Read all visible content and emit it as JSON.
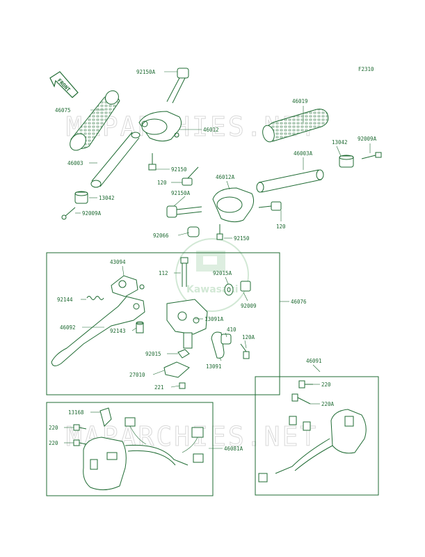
{
  "diagram": {
    "code": "F2310",
    "front_label": "FRONT",
    "watermark_text": "MAPARCHIES.NET",
    "emblem_text": "Kawasaki",
    "ink_color": "#1f6b33",
    "part_numbers": {
      "p92150A_top": "92150A",
      "p46075": "46075",
      "p46012": "46012",
      "p46003": "46003",
      "p92150_a": "92150",
      "p120_a": "120",
      "p13042_left": "13042",
      "p92009A_left": "92009A",
      "p46019": "46019",
      "p13042_right": "13042",
      "p92009A_right": "92009A",
      "p46003A": "46003A",
      "p46012A": "46012A",
      "p92150A_mid": "92150A",
      "p120_b": "120",
      "p92066": "92066",
      "p92150_b": "92150",
      "p43094": "43094",
      "p112": "112",
      "p92015A": "92015A",
      "p92009": "92009",
      "p46076": "46076",
      "p92144": "92144",
      "p13091A": "13091A",
      "p46092": "46092",
      "p92143": "92143",
      "p410": "410",
      "p120A": "120A",
      "p92015": "92015",
      "p13091": "13091",
      "p27010": "27010",
      "p221": "221",
      "p46091": "46091",
      "p220_r1": "220",
      "p220A_r": "220A",
      "p13168": "13168",
      "p220_l1": "220",
      "p220_l2": "220",
      "p46081A": "46081A"
    }
  }
}
